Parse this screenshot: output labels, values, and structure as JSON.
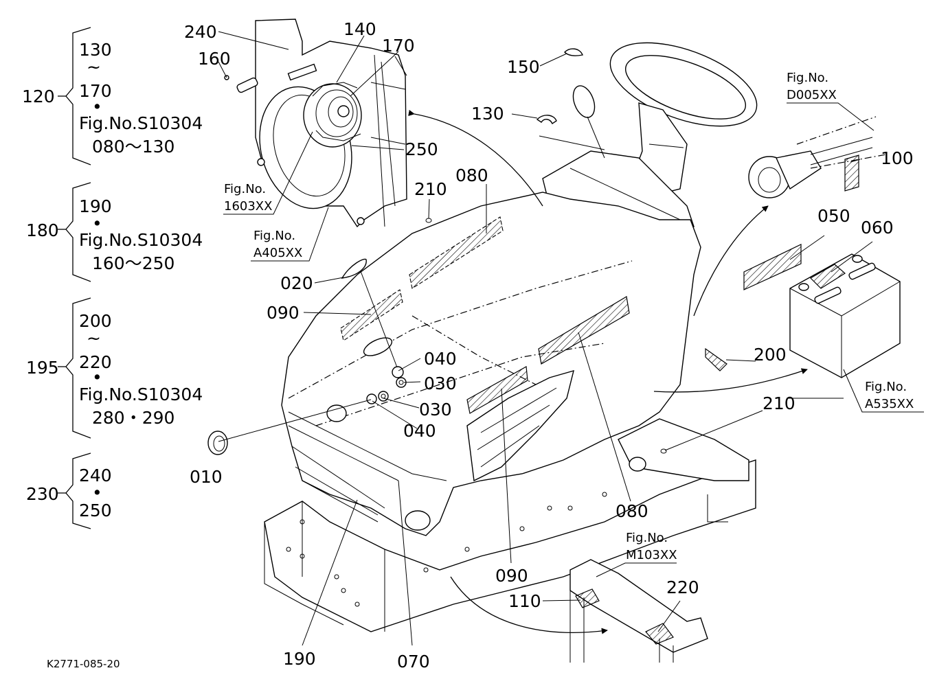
{
  "diagram": {
    "code": "K2771-085-20",
    "groups": [
      {
        "id": "120",
        "lines": [
          "130",
          "~",
          "170",
          "•",
          "Fig.No.S10304",
          "080～130"
        ]
      },
      {
        "id": "180",
        "lines": [
          "190",
          "•",
          "Fig.No.S10304",
          "160～250"
        ]
      },
      {
        "id": "195",
        "lines": [
          "200",
          "~",
          "220",
          "•",
          "Fig.No.S10304",
          "280・290"
        ]
      },
      {
        "id": "230",
        "lines": [
          "240",
          "•",
          "250"
        ]
      }
    ],
    "part_labels": [
      "010",
      "020",
      "030",
      "030",
      "040",
      "040",
      "050",
      "060",
      "070",
      "080",
      "080",
      "090",
      "090",
      "100",
      "110",
      "130",
      "140",
      "150",
      "160",
      "170",
      "190",
      "200",
      "210",
      "210",
      "220",
      "240",
      "250"
    ],
    "fig_refs": [
      {
        "line1": "Fig.No.",
        "line2": "1603XX"
      },
      {
        "line1": "Fig.No.",
        "line2": "A405XX"
      },
      {
        "line1": "Fig.No.",
        "line2": "D005XX"
      },
      {
        "line1": "Fig.No.",
        "line2": "A535XX"
      },
      {
        "line1": "Fig.No.",
        "line2": "M103XX"
      }
    ]
  }
}
